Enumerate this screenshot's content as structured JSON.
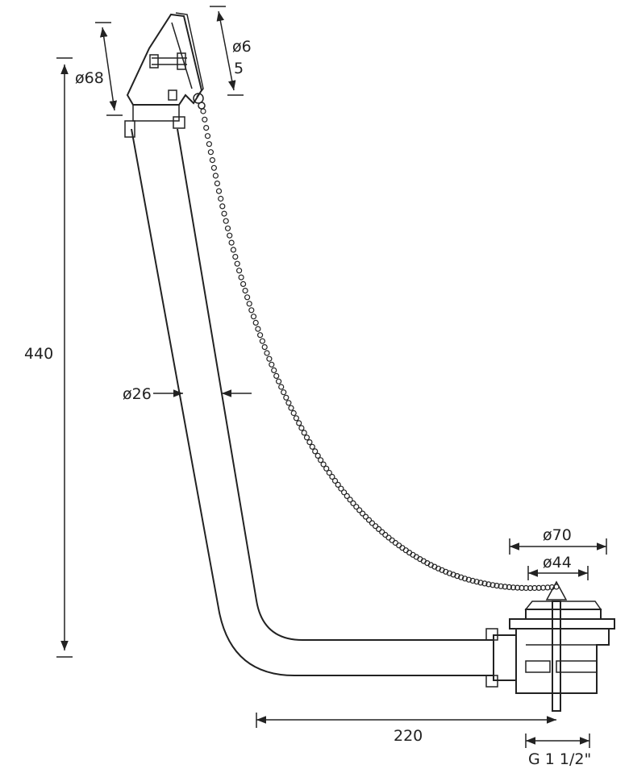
{
  "dimensions": {
    "height_total": "440",
    "overflow_diameter": "ø68",
    "chain_ring_diameter": "ø6",
    "chain_ring_second": "5",
    "pipe_diameter": "ø26",
    "plug_outer_diameter": "ø70",
    "plug_inner_diameter": "ø44",
    "horizontal_length": "220",
    "thread_size": "G 1 1/2\""
  },
  "colors": {
    "ink": "#222222",
    "background": "#ffffff"
  }
}
